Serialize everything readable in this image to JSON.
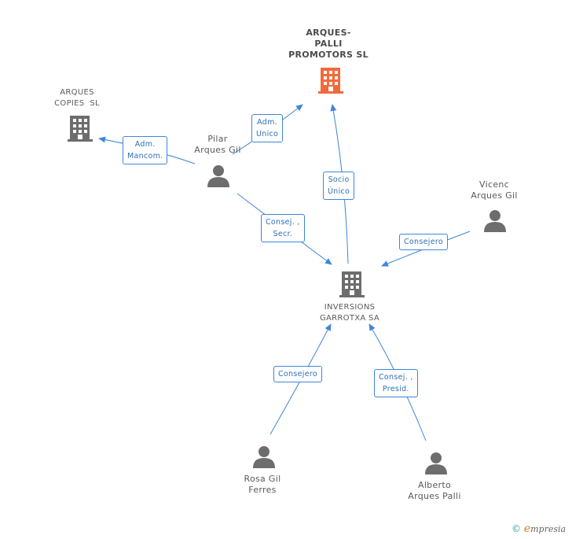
{
  "nodes": {
    "main_company": {
      "lines": [
        "ARQUES-",
        "PALLI",
        "PROMOTORS SL"
      ],
      "color": "#f26a3b"
    },
    "company_copies": {
      "lines": [
        "ARQUES",
        "COPIES  SL"
      ]
    },
    "company_inversions": {
      "lines": [
        "INVERSIONS",
        "GARROTXA SA"
      ]
    },
    "person_pilar": {
      "lines": [
        "Pilar",
        "Arques Gil"
      ]
    },
    "person_vicenc": {
      "lines": [
        "Vicenc",
        "Arques Gil"
      ]
    },
    "person_rosa": {
      "lines": [
        "Rosa Gil",
        "Ferres"
      ]
    },
    "person_alberto": {
      "lines": [
        "Alberto",
        "Arques Palli"
      ]
    }
  },
  "edges": {
    "pilar_to_main": {
      "lines": [
        "Adm.",
        "Unico"
      ]
    },
    "pilar_to_copies": {
      "lines": [
        "Adm.",
        "Mancom."
      ]
    },
    "inversions_to_main": {
      "lines": [
        "Socio",
        "Único"
      ]
    },
    "pilar_to_inversions": {
      "lines": [
        "Consej. ,",
        "Secr."
      ]
    },
    "vicenc_to_inversions": {
      "lines": [
        "Consejero"
      ]
    },
    "rosa_to_inversions": {
      "lines": [
        "Consejero"
      ]
    },
    "alberto_to_inversions": {
      "lines": [
        "Consej. ,",
        "Presid."
      ]
    }
  },
  "colors": {
    "edge": "#3f86d6",
    "icon_gray": "#6d6d6d",
    "main_icon": "#f26a3b"
  },
  "brand": {
    "symbol": "©",
    "e": "e",
    "rest": "mpresia"
  }
}
